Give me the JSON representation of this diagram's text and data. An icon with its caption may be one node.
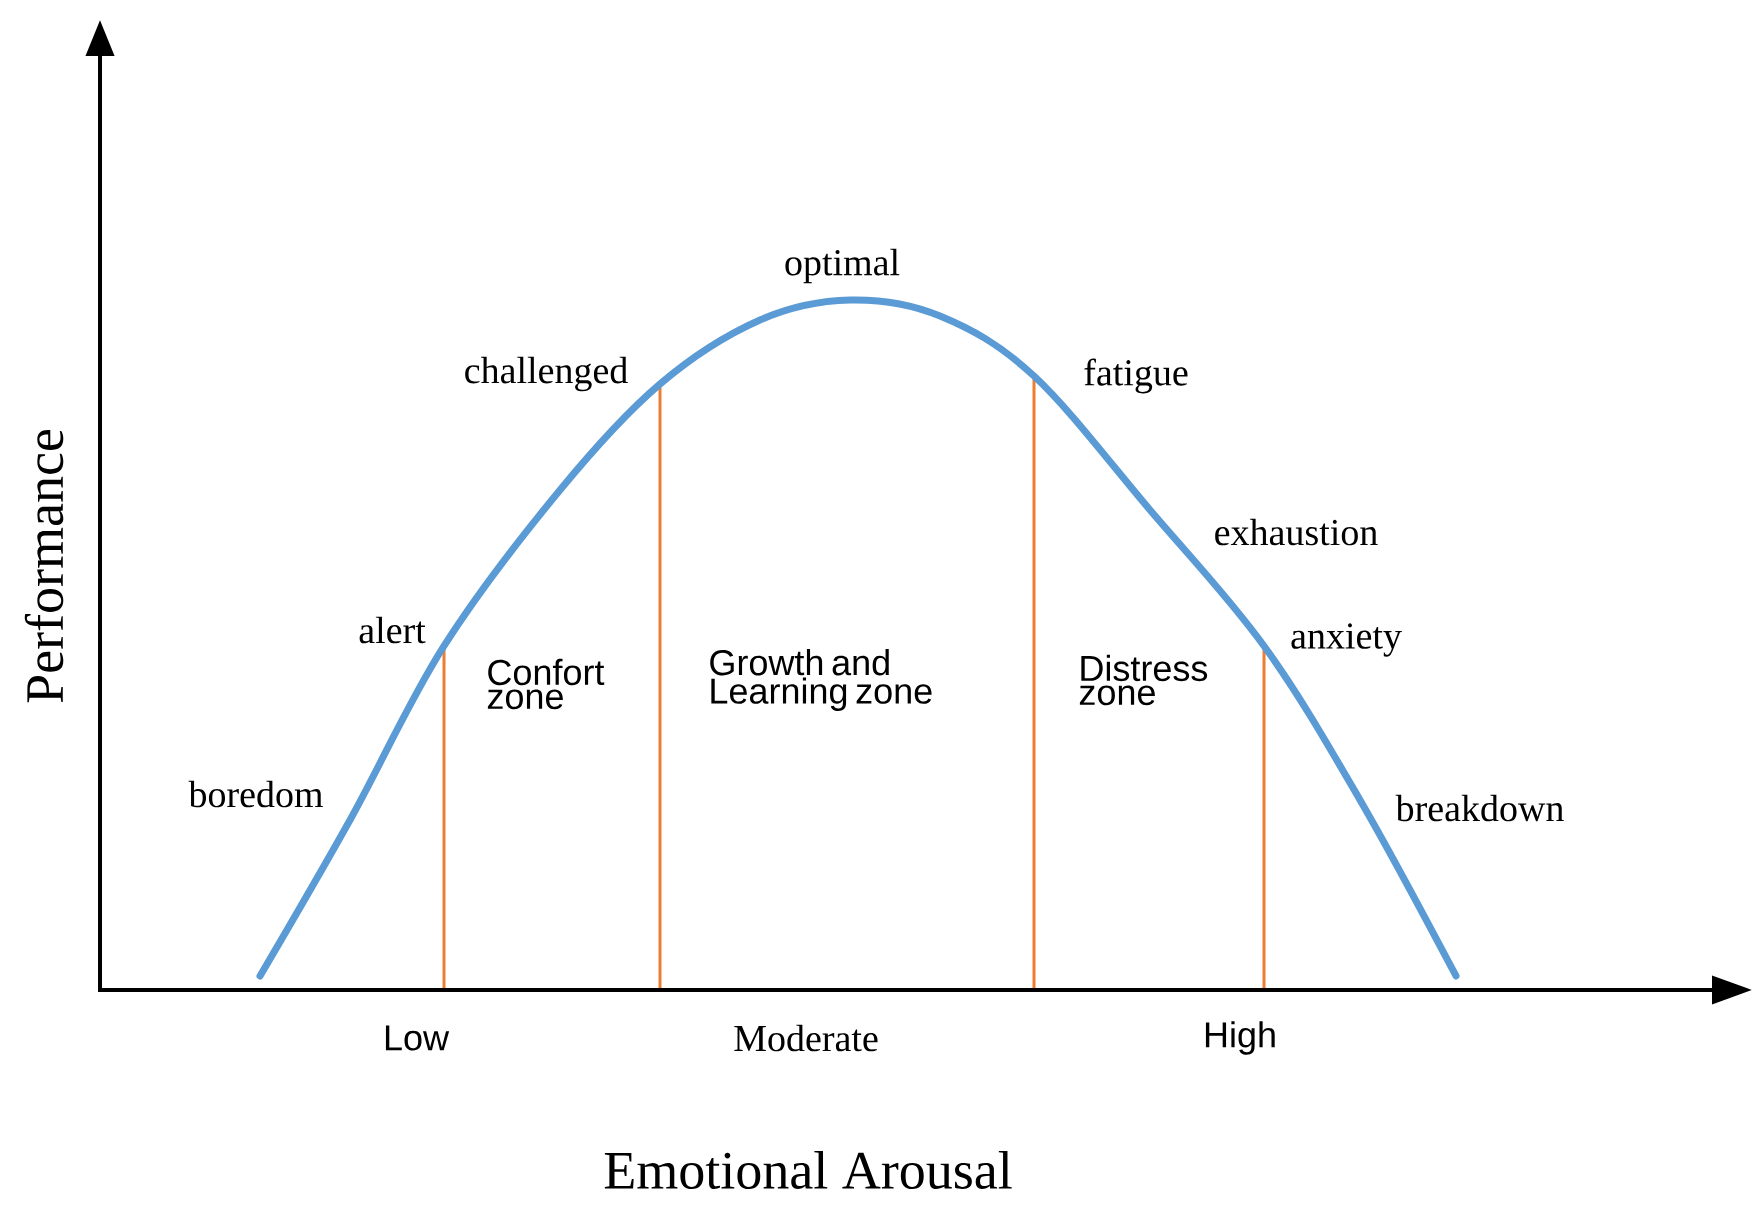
{
  "diagram": {
    "labels": [
      "optimal",
      "challenged",
      "fatigue",
      "exhaustion",
      "Performance",
      "alert",
      "Confort zone",
      "Growth and Learning zone",
      "Distress zone",
      "anxiety",
      "boredom",
      "breakdown",
      "Low",
      "Moderate",
      "High",
      "Emotional Arousal"
    ]
  }
}
